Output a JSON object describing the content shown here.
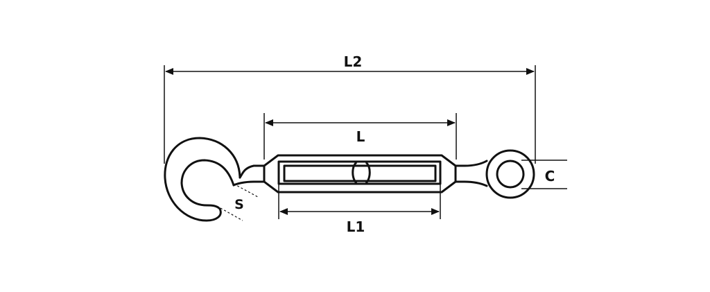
{
  "diagram": {
    "dimensions": {
      "overall_length": "L2",
      "body_length": "L",
      "frame_opening_length": "L1",
      "hook_opening": "S",
      "eye_diameter": "C"
    },
    "colors": {
      "line": "#111111",
      "background": "#ffffff"
    }
  }
}
